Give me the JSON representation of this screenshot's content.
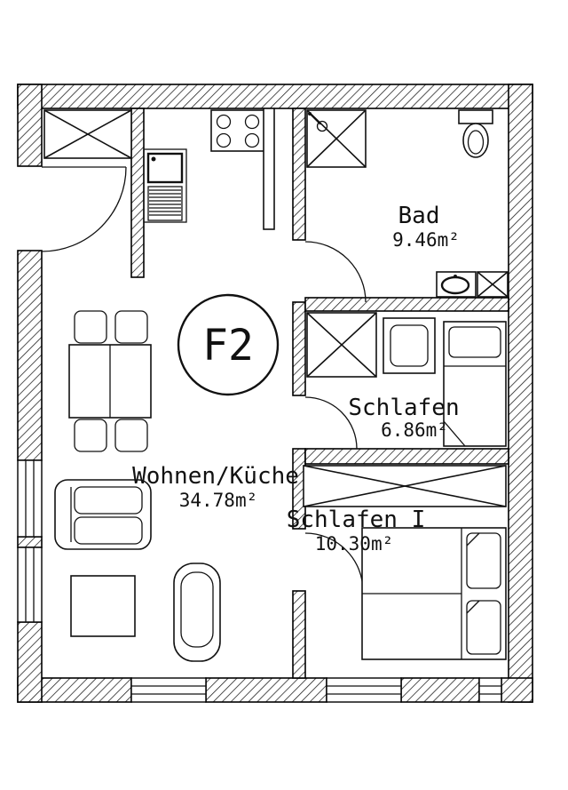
{
  "plan": {
    "unit_label": "F2",
    "rooms": {
      "bad": {
        "name": "Bad",
        "area": "9.46m²"
      },
      "schlafen_klein": {
        "name": "Schlafen",
        "area": "6.86m²"
      },
      "wohnen_kueche": {
        "name": "Wohnen/Küche",
        "area": "34.78m²"
      },
      "schlafen_1": {
        "name": "Schlafen I",
        "area": "10.30m²"
      }
    }
  }
}
